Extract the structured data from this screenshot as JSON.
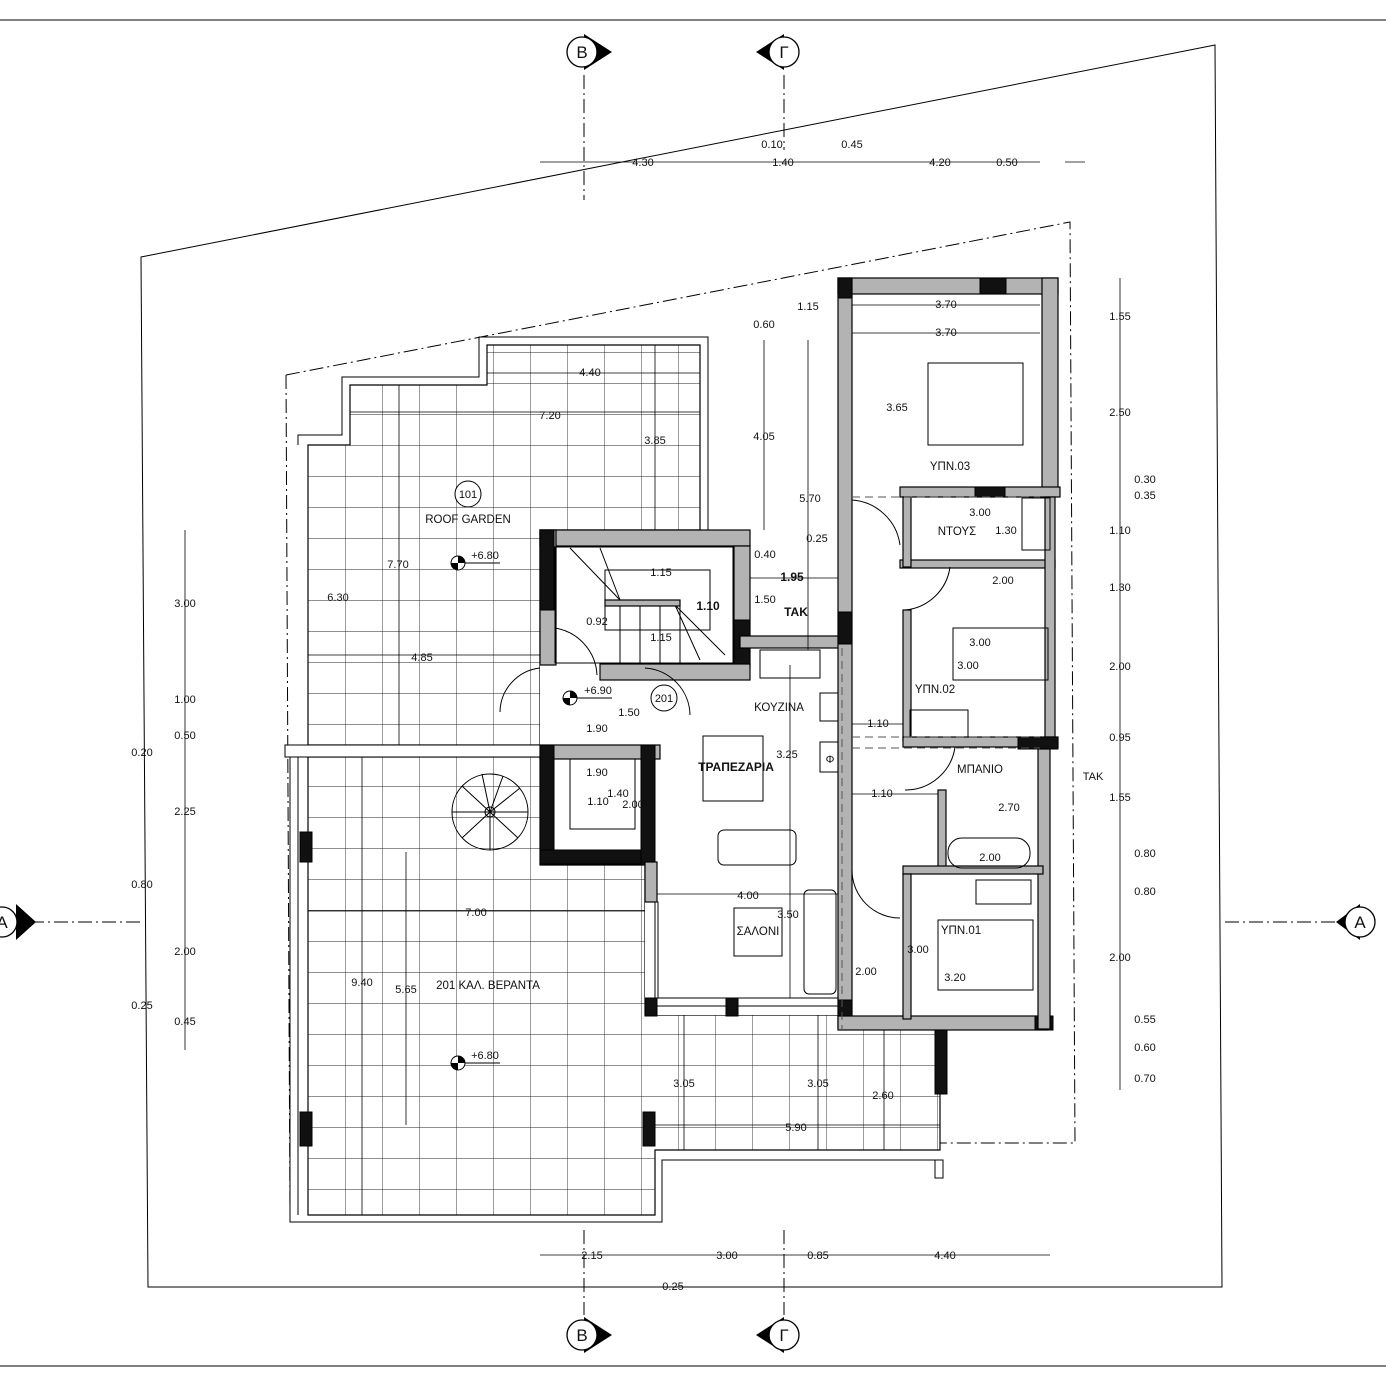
{
  "section_markers": {
    "b": "Β",
    "g": "Γ",
    "a": "Α"
  },
  "top_dims": [
    "4.30",
    "0.10",
    "1.40",
    "0.45",
    "4.20",
    "0.50"
  ],
  "bottom_dims": [
    "2.15",
    "3.00",
    "0.85",
    "4.40",
    "0.25"
  ],
  "left_dims": [
    "3.00",
    "1.00",
    "0.50",
    "0.20",
    "2.25",
    "0.80",
    "2.00",
    "0.25",
    "0.45"
  ],
  "right_dims": [
    "1.55",
    "2.50",
    "0.30",
    "0.35",
    "1.10",
    "1.30",
    "2.00",
    "0.95",
    "1.55",
    "0.80",
    "0.80",
    "2.00",
    "0.55",
    "0.60",
    "0.70"
  ],
  "roof_garden": {
    "number": "101",
    "name": "ROOF GARDEN",
    "level": "+6.80",
    "dims": [
      "4.40",
      "7.20",
      "3.85",
      "7.70",
      "6.30",
      "4.85"
    ]
  },
  "stair": {
    "dims": [
      "1.15",
      "1.10",
      "0.92",
      "1.15",
      "0.40",
      "0.25",
      "1.95",
      "1.50"
    ],
    "tak": "TAK"
  },
  "entry": {
    "level": "+6.90",
    "number": "201",
    "dims": [
      "1.50",
      "1.90",
      "1.90",
      "1.40",
      "1.10",
      "2.00"
    ]
  },
  "kitchen": {
    "name": "ΚΟΥΖΙΝΑ",
    "dining": "ΤΡΑΠΕΖΑΡΙΑ",
    "dim": "3.25",
    "fridge": "Φ"
  },
  "living": {
    "name": "ΣΑΛΟΝΙ",
    "dims": [
      "4.00",
      "3.50"
    ]
  },
  "veranda": {
    "name": "201 ΚΑΛ. ΒΕΡΑΝΤΑ",
    "level": "+6.80",
    "dims": [
      "7.00",
      "9.40",
      "5.65",
      "3.05",
      "3.05",
      "2.60",
      "5.90"
    ]
  },
  "corridor": {
    "dims": [
      "0.60",
      "1.15",
      "4.05",
      "5.70",
      "1.10",
      "1.10"
    ]
  },
  "bedroom3": {
    "name": "ΥΠΝ.03",
    "dims": [
      "3.70",
      "3.70",
      "3.65"
    ]
  },
  "shower": {
    "name": "ΝΤΟΥΣ",
    "dims": [
      "3.00",
      "1.30"
    ]
  },
  "bedroom2": {
    "name": "ΥΠΝ.02",
    "dims": [
      "2.00",
      "3.00",
      "3.00"
    ]
  },
  "bathroom": {
    "name": "ΜΠΑΝΙΟ",
    "tak": "TAK",
    "dims": [
      "2.70",
      "2.00"
    ]
  },
  "bedroom1": {
    "name": "ΥΠΝ.01",
    "dims": [
      "3.00",
      "3.20",
      "2.00"
    ]
  }
}
